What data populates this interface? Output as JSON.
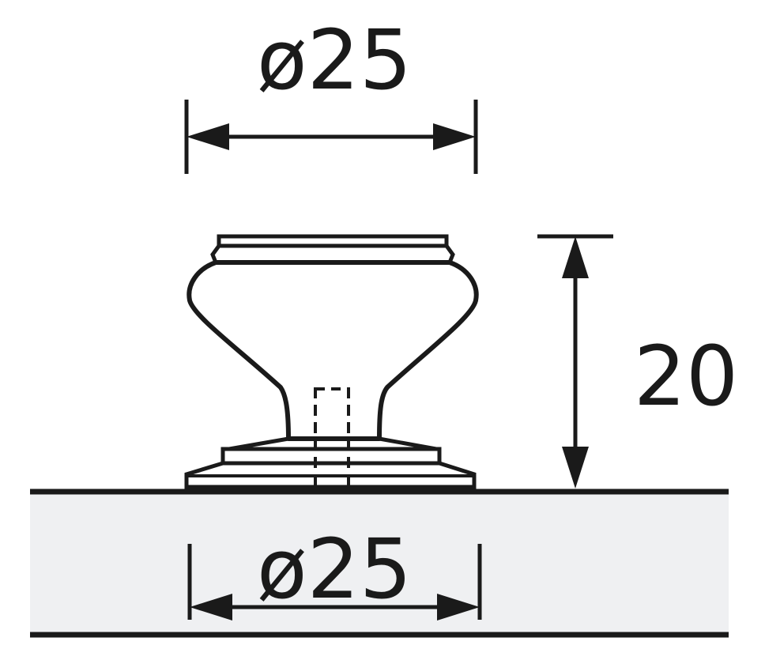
{
  "diagram": {
    "top_width_label": "ø25",
    "height_label": "20",
    "base_width_label": "ø25",
    "colors": {
      "line": "#1a1a1a",
      "surface_fill": "#eff0f2",
      "background": "#ffffff"
    }
  }
}
